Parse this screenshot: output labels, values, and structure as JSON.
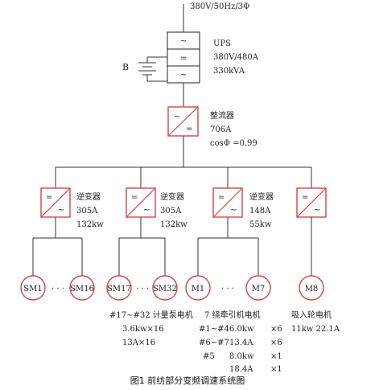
{
  "supply": {
    "label": "380V/50Hz/3Φ"
  },
  "ups": {
    "title": "UPS",
    "rating": "380V/480A",
    "power": "330kVA",
    "cell_symbols": [
      "~",
      "=",
      "~"
    ],
    "battery_label": "B"
  },
  "rectifier": {
    "title": "整流器",
    "current": "706A",
    "pf": "cosΦ =0.99",
    "sym_top": "~",
    "sym_bottom": "="
  },
  "inverters": [
    {
      "title": "逆变器",
      "current": "305A",
      "power": "132kw",
      "sym_top": "=",
      "sym_bottom": "~"
    },
    {
      "title": "逆变器",
      "current": "305A",
      "power": "132kw",
      "sym_top": "=",
      "sym_bottom": "~"
    },
    {
      "title": "逆变器",
      "current": "148A",
      "power": "55kw",
      "sym_top": "=",
      "sym_bottom": "~"
    },
    {
      "title": "",
      "current": "",
      "power": "",
      "sym_top": "=",
      "sym_bottom": "~"
    }
  ],
  "motors": [
    {
      "label": "SM1"
    },
    {
      "label": "SM16"
    },
    {
      "label": "SM17"
    },
    {
      "label": "SM32"
    },
    {
      "label": "M1"
    },
    {
      "label": "M7"
    },
    {
      "label": "M8"
    }
  ],
  "ellipsis": "· · ·",
  "group_notes": {
    "g2_title": "#17~#32 计量泵电机",
    "g2_line1": "3.6kw×16",
    "g2_line2": "13A×16",
    "g3_title": "7 绕牵引机电机",
    "g3_rows": [
      {
        "a": "#1~#4",
        "b": "6.0kw",
        "c": "×6"
      },
      {
        "a": "#6~#7",
        "b": "13.4A",
        "c": "×6"
      },
      {
        "a": "#5",
        "b": "8.0kw",
        "c": "×1"
      },
      {
        "a": "",
        "b": "18.4A",
        "c": "×1"
      }
    ],
    "g4_title": "吸入轮电机",
    "g4_line1": "11kw 22.1A"
  },
  "caption": "图1  前纺部分变频调速系统图"
}
